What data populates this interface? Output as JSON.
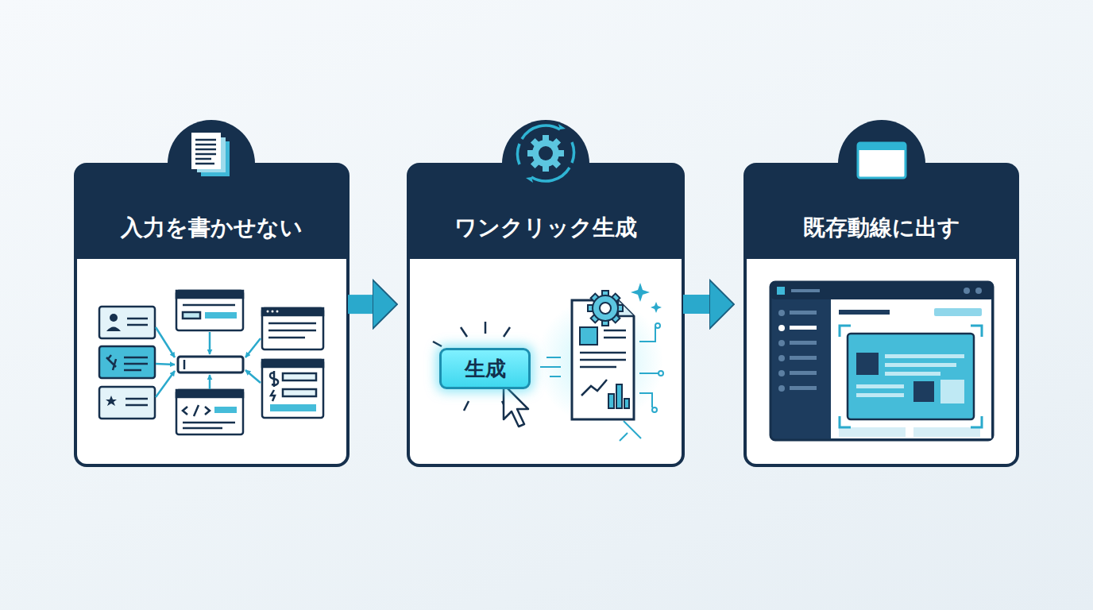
{
  "diagram": {
    "nodes": [
      {
        "text": [
          "入力を書かせない"
        ]
      },
      {
        "text": [
          "ワンクリック生成"
        ]
      },
      {
        "text": [
          "既存動線に出す"
        ]
      },
      {
        "text": [
          "生成"
        ],
        "in": 1
      }
    ],
    "edges": [
      {
        "from": 0,
        "to": 1,
        "arrow": "to"
      },
      {
        "from": 1,
        "to": 2,
        "arrow": "to"
      }
    ]
  }
}
